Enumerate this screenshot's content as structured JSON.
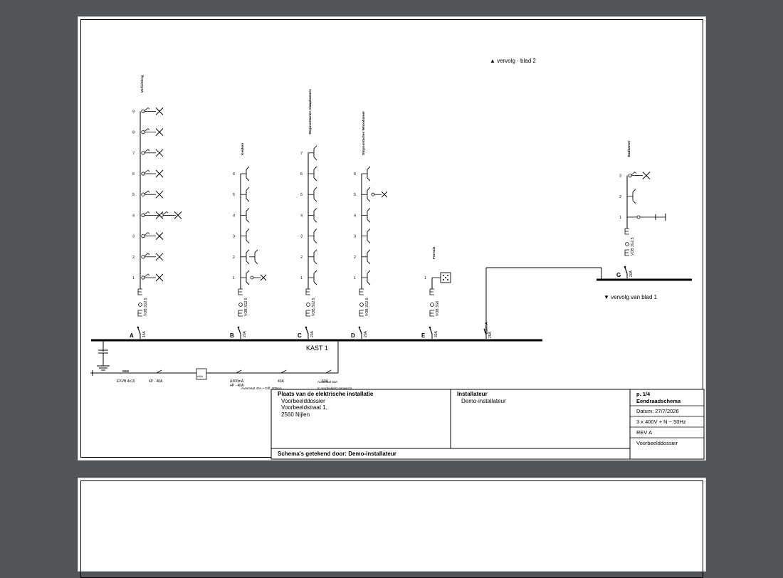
{
  "sheet": {
    "continue_to": "▲ vervolg · blad 2",
    "continue_from": "▼ vervolg van blad 1",
    "main_bus_label": "KAST 1"
  },
  "circuits": [
    {
      "letter": "A",
      "rating": "16A",
      "cable": "VOB 3G2.5",
      "title": "Verlichting",
      "points": [
        "1",
        "2",
        "3",
        "4",
        "5",
        "6",
        "7",
        "8",
        "9"
      ]
    },
    {
      "letter": "B",
      "rating": "20A",
      "cable": "VOB 3G2.5",
      "title": "Keuken",
      "points": [
        "1",
        "2",
        "3",
        "4",
        "5",
        "6"
      ]
    },
    {
      "letter": "C",
      "rating": "20A",
      "cable": "VOB 3G2.5",
      "title": "Stopcontacten slaapkamers",
      "points": [
        "1",
        "2",
        "3",
        "4",
        "5",
        "6",
        "7"
      ]
    },
    {
      "letter": "D",
      "rating": "20A",
      "cable": "VOB 3G2.5",
      "title": "Stopcontacten Woonkamer",
      "points": [
        "1",
        "2",
        "3",
        "4",
        "5",
        "6"
      ]
    },
    {
      "letter": "E",
      "rating": "32A",
      "cable": "VOB 3G6",
      "title": "Fornuis",
      "points": [
        "1"
      ]
    },
    {
      "letter": "G",
      "rating": "20A",
      "cable": "VOB 3G2.5",
      "title": "Badkamer",
      "points": [
        "1",
        "2",
        "3"
      ]
    }
  ],
  "sub_diff": {
    "line1": "Δ30mA",
    "line2": "25A"
  },
  "supply": {
    "earth": "EXVB 4x10",
    "main_switch": "4P - 40A",
    "meter": "kWh",
    "diff_main": "Δ300mA",
    "diff_main_sub": "4P - 40A",
    "auto_40": "40A",
    "auto_40_sub": "Automaat 40A + Diff. 300mA",
    "auto_63": "63A",
    "auto_63_sub": "Automaat 63A",
    "auto_63_note": "In verdeelkast aanwezig"
  },
  "title_block": {
    "place_heading": "Plaats van de elektrische installatie",
    "place_name": "Voorbeelddossier",
    "place_street": "Voorbeeldstraat 1,",
    "place_city": "2560 Nijlen",
    "installer_heading": "Installateur",
    "installer_name": "Demo-installateur",
    "drawn_by": "Schema's getekend door: Demo-installateur",
    "page": "p. 1/4",
    "doc_type": "Eendraadschema",
    "date": "Datum: 27/7/2026",
    "network": "3 x 400V + N ~ 50Hz",
    "revision": "REV A",
    "dossier": "Voorbeelddossier"
  }
}
